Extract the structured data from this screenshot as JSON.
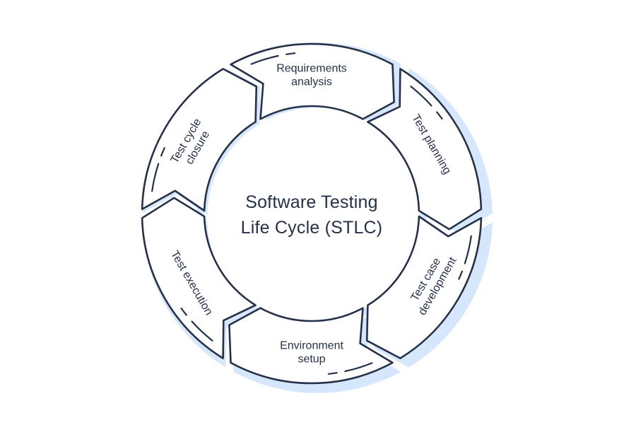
{
  "diagram": {
    "center": {
      "line1": "Software Testing",
      "line2": "Life Cycle (STLC)"
    },
    "stages": [
      {
        "line1": "Requirements",
        "line2": "analysis"
      },
      {
        "line1": "Test planning",
        "line2": ""
      },
      {
        "line1": "Test case",
        "line2": "development"
      },
      {
        "line1": "Environment",
        "line2": "setup"
      },
      {
        "line1": "Test execution",
        "line2": ""
      },
      {
        "line1": "Test cycle",
        "line2": "closure"
      }
    ],
    "colors": {
      "stroke": "#253149",
      "shadow": "#d7e7fb",
      "fill": "#ffffff"
    }
  }
}
